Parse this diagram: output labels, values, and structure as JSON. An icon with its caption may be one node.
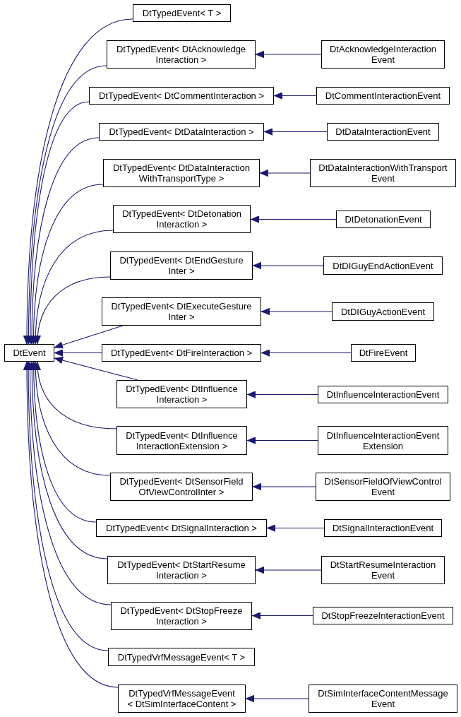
{
  "diagram": {
    "nodes": [
      {
        "text": [
          "DtEvent"
        ]
      },
      {
        "text": [
          "DtTypedEvent< T >"
        ]
      },
      {
        "text": [
          "DtTypedEvent< DtAcknowledge Interaction >"
        ]
      },
      {
        "text": [
          "DtAcknowledgeInteraction Event"
        ]
      },
      {
        "text": [
          "DtTypedEvent< DtCommentInteraction >"
        ]
      },
      {
        "text": [
          "DtCommentInteractionEvent"
        ]
      },
      {
        "text": [
          "DtTypedEvent< DtDataInteraction >"
        ]
      },
      {
        "text": [
          "DtDataInteractionEvent"
        ]
      },
      {
        "text": [
          "DtTypedEvent< DtDataInteraction WithTransportType >"
        ]
      },
      {
        "text": [
          "DtDataInteractionWithTransport Event"
        ]
      },
      {
        "text": [
          "DtTypedEvent< DtDetonation Interaction >"
        ]
      },
      {
        "text": [
          "DtDetonationEvent"
        ]
      },
      {
        "text": [
          "DtTypedEvent< DtEndGesture Inter >"
        ]
      },
      {
        "text": [
          "DtDIGuyEndActionEvent"
        ]
      },
      {
        "text": [
          "DtTypedEvent< DtExecuteGesture Inter >"
        ]
      },
      {
        "text": [
          "DtDIGuyActionEvent"
        ]
      },
      {
        "text": [
          "DtTypedEvent< DtFireInteraction >"
        ]
      },
      {
        "text": [
          "DtFireEvent"
        ]
      },
      {
        "text": [
          "DtTypedEvent< DtInfluence Interaction >"
        ]
      },
      {
        "text": [
          "DtInfluenceInteractionEvent"
        ]
      },
      {
        "text": [
          "DtTypedEvent< DtInfluence InteractionExtension >"
        ]
      },
      {
        "text": [
          "DtInfluenceInteractionEvent Extension"
        ]
      },
      {
        "text": [
          "DtTypedEvent< DtSensorField OfViewControlInter >"
        ]
      },
      {
        "text": [
          "DtSensorFieldOfViewControl Event"
        ]
      },
      {
        "text": [
          "DtTypedEvent< DtSignalInteraction >"
        ]
      },
      {
        "text": [
          "DtSignalInteractionEvent"
        ]
      },
      {
        "text": [
          "DtTypedEvent< DtStartResume Interaction >"
        ]
      },
      {
        "text": [
          "DtStartResumeInteraction Event"
        ]
      },
      {
        "text": [
          "DtTypedEvent< DtStopFreeze Interaction >"
        ]
      },
      {
        "text": [
          "DtStopFreezeInteractionEvent"
        ]
      },
      {
        "text": [
          "DtTypedVrfMessageEvent< T >"
        ]
      },
      {
        "text": [
          "DtTypedVrfMessageEvent < DtSimInterfaceContent >"
        ]
      },
      {
        "text": [
          "DtSimInterfaceContentMessage Event"
        ]
      }
    ],
    "edges": [
      {
        "from": 1,
        "to": 0,
        "arrow": "to"
      },
      {
        "from": 2,
        "to": 0,
        "arrow": "to"
      },
      {
        "from": 3,
        "to": 2,
        "arrow": "to"
      },
      {
        "from": 4,
        "to": 0,
        "arrow": "to"
      },
      {
        "from": 5,
        "to": 4,
        "arrow": "to"
      },
      {
        "from": 6,
        "to": 0,
        "arrow": "to"
      },
      {
        "from": 7,
        "to": 6,
        "arrow": "to"
      },
      {
        "from": 8,
        "to": 0,
        "arrow": "to"
      },
      {
        "from": 9,
        "to": 8,
        "arrow": "to"
      },
      {
        "from": 10,
        "to": 0,
        "arrow": "to"
      },
      {
        "from": 11,
        "to": 10,
        "arrow": "to"
      },
      {
        "from": 12,
        "to": 0,
        "arrow": "to"
      },
      {
        "from": 13,
        "to": 12,
        "arrow": "to"
      },
      {
        "from": 14,
        "to": 0,
        "arrow": "to"
      },
      {
        "from": 15,
        "to": 14,
        "arrow": "to"
      },
      {
        "from": 16,
        "to": 0,
        "arrow": "to"
      },
      {
        "from": 17,
        "to": 16,
        "arrow": "to"
      },
      {
        "from": 18,
        "to": 0,
        "arrow": "to"
      },
      {
        "from": 19,
        "to": 18,
        "arrow": "to"
      },
      {
        "from": 20,
        "to": 0,
        "arrow": "to"
      },
      {
        "from": 21,
        "to": 20,
        "arrow": "to"
      },
      {
        "from": 22,
        "to": 0,
        "arrow": "to"
      },
      {
        "from": 23,
        "to": 22,
        "arrow": "to"
      },
      {
        "from": 24,
        "to": 0,
        "arrow": "to"
      },
      {
        "from": 25,
        "to": 24,
        "arrow": "to"
      },
      {
        "from": 26,
        "to": 0,
        "arrow": "to"
      },
      {
        "from": 27,
        "to": 26,
        "arrow": "to"
      },
      {
        "from": 28,
        "to": 0,
        "arrow": "to"
      },
      {
        "from": 29,
        "to": 28,
        "arrow": "to"
      },
      {
        "from": 30,
        "to": 0,
        "arrow": "to"
      },
      {
        "from": 31,
        "to": 0,
        "arrow": "to"
      },
      {
        "from": 32,
        "to": 31,
        "arrow": "to"
      }
    ]
  }
}
